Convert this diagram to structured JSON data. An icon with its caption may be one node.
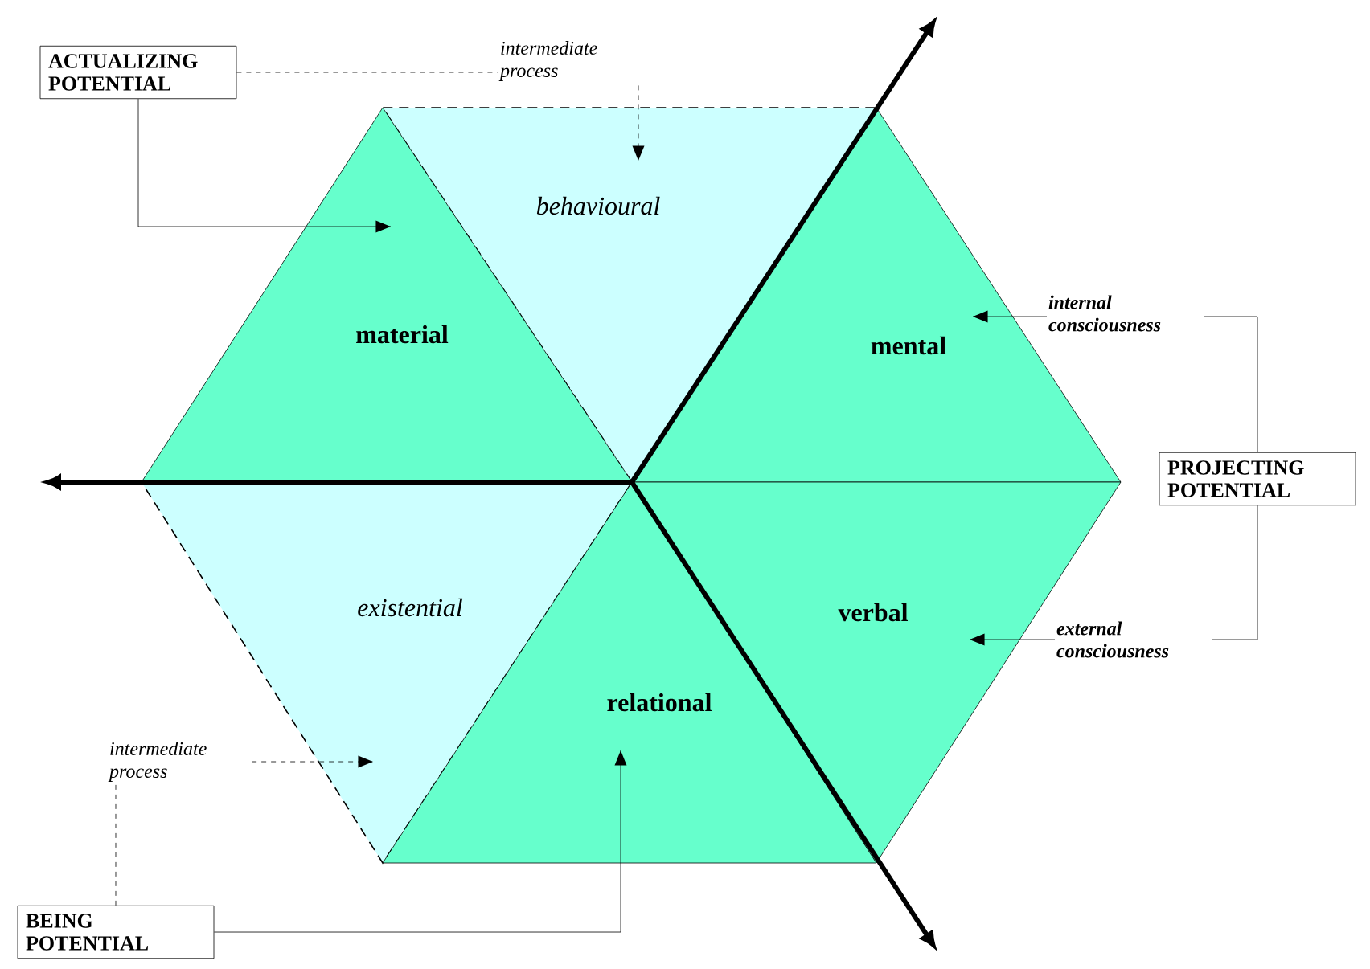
{
  "diagram": {
    "nodes": [
      {
        "text": [
          "ACTUALIZING POTENTIAL"
        ]
      },
      {
        "text": [
          "behavioural"
        ]
      },
      {
        "text": [
          "material"
        ]
      },
      {
        "text": [
          "mental"
        ]
      },
      {
        "text": [
          "PROJECTING POTENTIAL"
        ]
      },
      {
        "text": [
          "existential"
        ]
      },
      {
        "text": [
          "verbal"
        ]
      },
      {
        "text": [
          "relational"
        ]
      },
      {
        "text": [
          "BEING POTENTIAL"
        ]
      }
    ],
    "edges": [
      {
        "from": 0,
        "to": 2,
        "arrow": "to"
      },
      {
        "from": 0,
        "to": 1,
        "arrow": "to",
        "style": "dashed",
        "label": "intermediate process"
      },
      {
        "from": 4,
        "to": 3,
        "arrow": "to",
        "label": "internal consciousness"
      },
      {
        "from": 4,
        "to": 6,
        "arrow": "to",
        "label": "external consciousness"
      },
      {
        "from": 8,
        "to": 7,
        "arrow": "to"
      },
      {
        "from": 8,
        "to": 5,
        "arrow": "to",
        "style": "dashed",
        "label": "intermediate process"
      }
    ]
  }
}
